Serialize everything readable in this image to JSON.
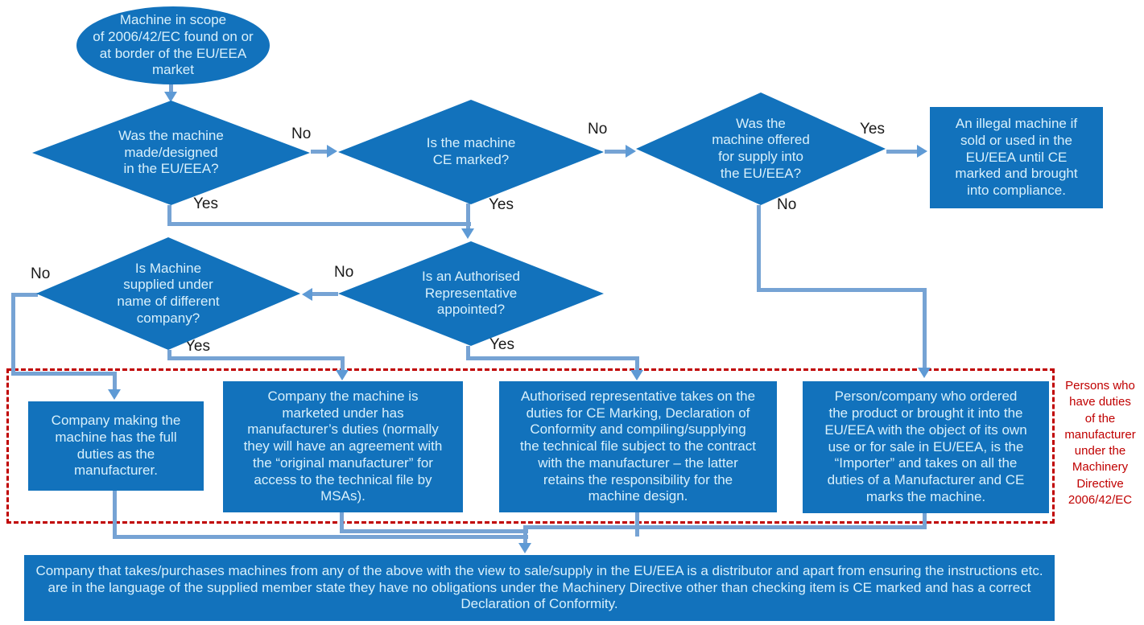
{
  "nodes": {
    "start": {
      "label": "Machine in scope\nof 2006/42/EC found on or\nat border of the EU/EEA\nmarket"
    },
    "q_made_in_eueea": {
      "label": "Was the machine\nmade/designed\nin the EU/EEA?"
    },
    "q_ce_marked": {
      "label": "Is the machine\nCE marked?"
    },
    "q_offered_supply": {
      "label": "Was the\nmachine offered\nfor supply into\nthe EU/EEA?"
    },
    "q_supplied_other_name": {
      "label": "Is Machine\nsupplied under\nname of different\ncompany?"
    },
    "q_auth_rep": {
      "label": "Is an Authorised\nRepresentative\nappointed?"
    },
    "illegal_machine": {
      "label": "An illegal machine if\nsold or used in the\nEU/EEA until CE\nmarked and brought\ninto compliance."
    },
    "maker_duties": {
      "label": "Company making the\nmachine has the full\nduties as the\nmanufacturer."
    },
    "marketer_duties": {
      "label": "Company the machine is\nmarketed under has\nmanufacturer’s duties (normally\nthey will have an agreement with\nthe “original manufacturer” for\naccess to the technical file by\nMSAs)."
    },
    "auth_rep_duties": {
      "label": "Authorised representative takes on the\nduties for CE Marking, Declaration of\nConformity and compiling/supplying\nthe technical file subject to the contract\nwith the manufacturer – the latter\nretains the responsibility for the\nmachine design."
    },
    "importer_duties": {
      "label": "Person/company who  ordered\nthe product or brought it into the\nEU/EEA with the object of its own\nuse or for sale in EU/EEA, is the\n“Importer” and takes on all the\nduties of a Manufacturer and CE\nmarks the machine."
    },
    "distributor": {
      "label": "Company that takes/purchases machines from any of the above with the view to sale/supply in the EU/EEA is a distributor and apart from ensuring the instructions etc. are in the language of the supplied member state they have no obligations under the Machinery Directive other than checking item is CE marked and has a correct Declaration of Conformity."
    }
  },
  "edge_labels": {
    "made_no": "No",
    "made_yes": "Yes",
    "ce_no": "No",
    "ce_yes": "Yes",
    "offered_yes": "Yes",
    "offered_no": "No",
    "name_no": "No",
    "name_yes": "Yes",
    "rep_no": "No",
    "rep_yes": "Yes"
  },
  "side_note": {
    "label": "Persons who\nhave duties\nof  the\nmanufacturer\nunder the\nMachinery\nDirective\n2006/42/EC"
  },
  "colors": {
    "shape_fill": "#1272BC",
    "shape_text": "#D8F0FB",
    "connector": "#76A3D4",
    "arrowhead": "#5E9AD5",
    "note_red": "#C00000",
    "edge_label_text": "#1A1A1A"
  }
}
